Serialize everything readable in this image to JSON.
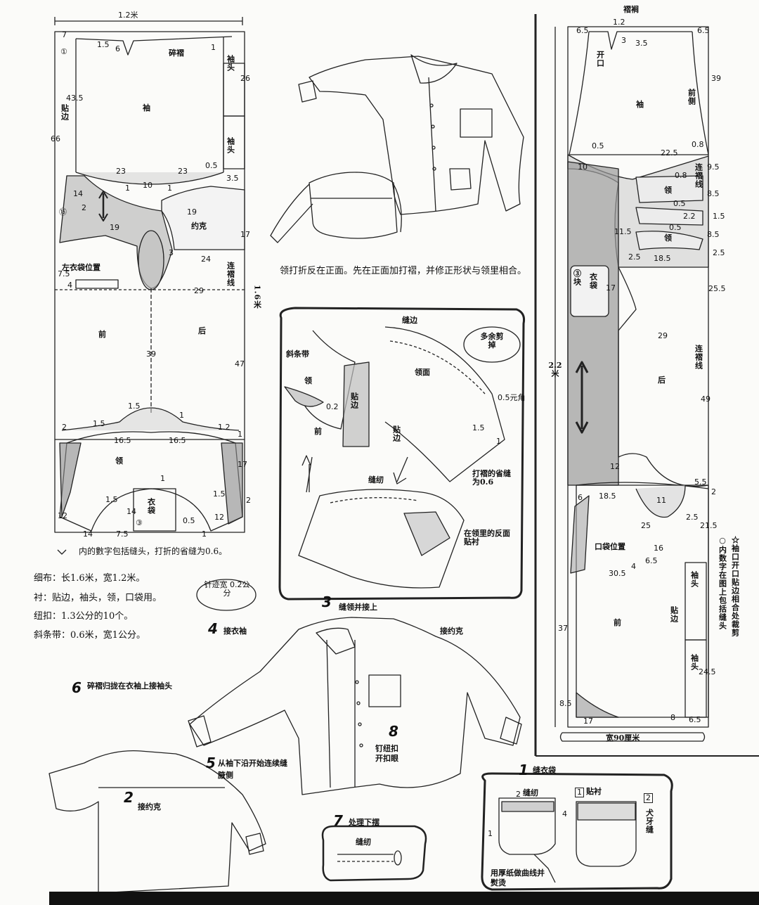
{
  "layout_a": {
    "width_top": "1.2米",
    "height_side": "1.6米",
    "pieces": {
      "sleeve": "袖",
      "gather": "碎褶",
      "cuff_1": "袖头",
      "cuff_2": "袖头",
      "facing": "贴边",
      "yoke": "约克",
      "left_pocket_pos": "左衣袋位置",
      "front": "前",
      "back": "后",
      "collar": "领",
      "pocket": "衣袋",
      "fold_line": "连褶线"
    },
    "numbers": [
      "7",
      "1.5",
      "6",
      "1",
      "26",
      "43.5",
      "66",
      "23",
      "23",
      "0.5",
      "3.5",
      "1",
      "10",
      "1",
      "14",
      "2",
      "19",
      "19",
      "17",
      "3",
      "24",
      "29",
      "7.5",
      "4",
      "39",
      "47",
      "1.5",
      "1",
      "2",
      "1.5",
      "16.5",
      "16.5",
      "1.2",
      "1",
      "17",
      "1.5",
      "1",
      "1.5",
      "14",
      "12",
      "14",
      "7.5",
      "0.5",
      "1",
      "12",
      "2"
    ],
    "circled": [
      "①",
      "⑮",
      "③"
    ],
    "footnote": "内的數字包括缝头，打折的省缝为0.6。"
  },
  "materials": {
    "line1": "细布：长1.6米，宽1.2米。",
    "line2": "衬：贴边，袖头，领，口袋用。",
    "line3": "纽扣：1.3公分的10个。",
    "line4": "斜条带：0.6米，宽1公分。",
    "stitch_note": "针迹宽 0.2公分"
  },
  "collar_instruction": "领打折反在正面。先在正面加打褶，并修正形状与领里相合。",
  "collar_detail": {
    "bias_tape": "斜条带",
    "collar": "领",
    "facing_1": "贴边",
    "front": "前",
    "seam_edge": "缝边",
    "collar_face": "领面",
    "facing_2": "贴边",
    "trim_bubble": "多余剪掉",
    "corner": "0.5元角",
    "dart": "打褶的省缝为0.6",
    "stitch": "缝纫",
    "interfacing": "在领里的反面贴衬",
    "n_02": "0.2",
    "n_15": "1.5",
    "n_1": "1"
  },
  "steps": {
    "s1": {
      "no": "1",
      "text": "缝衣袋"
    },
    "s2": {
      "no": "2",
      "text": "接约克"
    },
    "s3": {
      "no": "3",
      "text": "缝领并接上"
    },
    "s4": {
      "no": "4",
      "text": "接衣袖"
    },
    "s5": {
      "no": "5",
      "text": "从袖下沿开始连续缝腋侧"
    },
    "s6": {
      "no": "6",
      "text": "碎褶归拢在衣袖上接袖头"
    },
    "s7": {
      "no": "7",
      "text": "处理下摆"
    },
    "s8": {
      "no": "8",
      "text": "钉纽扣开扣眼"
    },
    "yoke_join": "接约克",
    "hem_stitch": "缝纫",
    "pocket_stitch": "缝纫",
    "pocket_interface": "贴衬",
    "pocket_curve_note": "用厚纸做曲线并熨烫",
    "dog_tooth": "犬牙缝",
    "pocket_nums": [
      "2",
      "1",
      "4"
    ],
    "circ1": "1",
    "circ2": "2"
  },
  "layout_b": {
    "title": "褶裥",
    "height_side": "2.2米",
    "width_bottom": "宽90厘米",
    "pieces": {
      "opening": "开口",
      "sleeve": "袖",
      "front_side": "前侧",
      "fold_line": "连褶线",
      "collar_1": "领",
      "collar_2": "领",
      "pocket": "衣袋",
      "three_pieces": "③块",
      "back": "后",
      "fold_line2": "连褶线",
      "pocket_pos": "口袋位置",
      "front": "前",
      "facing": "贴边",
      "cuff_1": "袖头",
      "cuff_2": "袖头"
    },
    "numbers": [
      "6.5",
      "1.2",
      "3",
      "3.5",
      "6.5",
      "39",
      "0.5",
      "22.5",
      "0.8",
      "10",
      "9.5",
      "0.8",
      "8.5",
      "0.5",
      "2.2",
      "1.5",
      "11.5",
      "0.5",
      "8.5",
      "2.5",
      "18.5",
      "2.5",
      "17",
      "25.5",
      "29",
      "49",
      "12",
      "5.5",
      "18.5",
      "11",
      "2",
      "6",
      "25",
      "2.5",
      "21.5",
      "16",
      "6.5",
      "4",
      "30.5",
      "37",
      "24.5",
      "8.5",
      "17",
      "8",
      "6.5"
    ],
    "side_note": "☆袖口开口贴边相合处裁剪",
    "side_note2": "○内数字在图上包括缝头"
  }
}
